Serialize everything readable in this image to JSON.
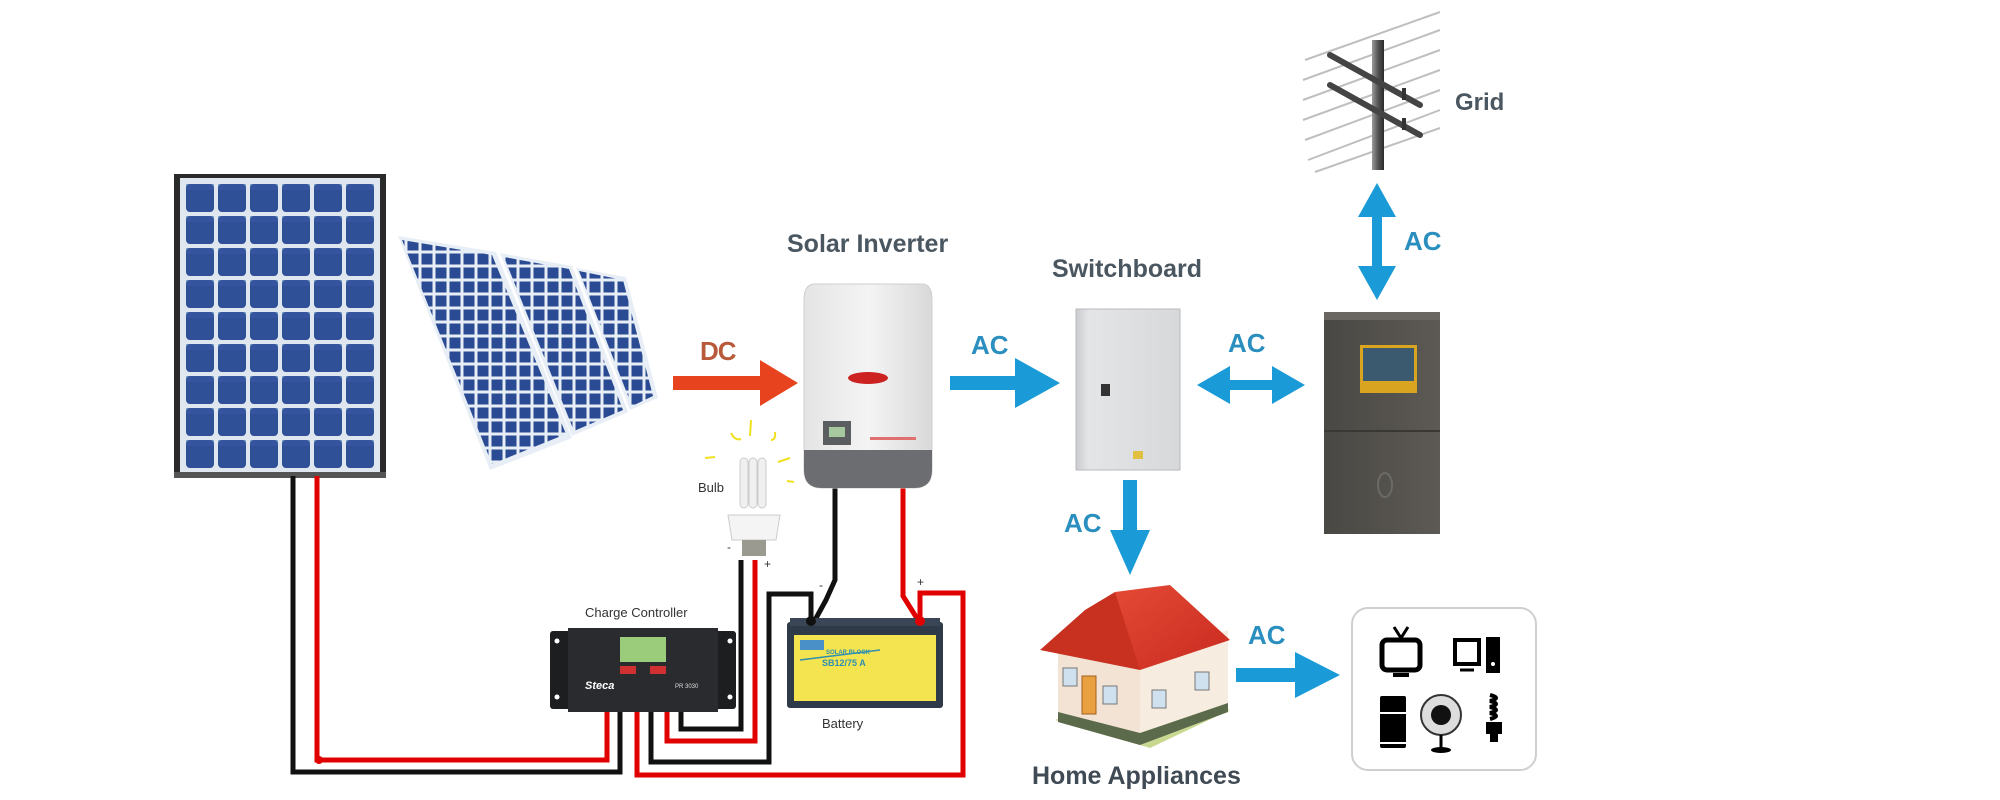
{
  "diagram": {
    "title": "Solar power system wiring overview",
    "components": {
      "solar_panel_single": {
        "label": ""
      },
      "solar_panel_array": {
        "label": ""
      },
      "solar_inverter": {
        "label": "Solar Inverter"
      },
      "switchboard": {
        "label": "Switchboard"
      },
      "grid": {
        "label": "Grid"
      },
      "meter": {
        "label": ""
      },
      "home": {
        "label": "Home Appliances"
      },
      "appliances": {
        "label": "",
        "items": [
          "tv",
          "computer",
          "fridge",
          "fan",
          "cfl-bulb"
        ]
      },
      "bulb": {
        "label": "Bulb",
        "minus": "-",
        "plus": "+"
      },
      "charge_controller": {
        "label": "Charge Controller",
        "brand": "Steca",
        "model": "PR 3030"
      },
      "battery": {
        "label": "Battery",
        "product_line": "SOLAR BLOCK",
        "model": "SB12/75 A",
        "minus": "-",
        "plus": "+"
      }
    },
    "flows": [
      {
        "from": "solar_panels",
        "to": "solar_inverter",
        "label": "DC",
        "direction": "one-way"
      },
      {
        "from": "solar_inverter",
        "to": "switchboard",
        "label": "AC",
        "direction": "one-way"
      },
      {
        "from": "switchboard",
        "to": "meter",
        "label": "AC",
        "direction": "two-way"
      },
      {
        "from": "meter",
        "to": "grid",
        "label": "AC",
        "direction": "two-way"
      },
      {
        "from": "switchboard",
        "to": "home",
        "label": "AC",
        "direction": "one-way"
      },
      {
        "from": "home",
        "to": "appliances",
        "label": "AC",
        "direction": "one-way"
      }
    ],
    "colors": {
      "dc_arrow": "#e8431f",
      "ac_arrow": "#1a9ad6",
      "ac_label": "#2a8fbf",
      "dc_label": "#b85a3a",
      "wire_positive": "#e00000",
      "wire_negative": "#111111",
      "panel_blue": "#2d4a8f",
      "roof_red": "#d93a2a",
      "text_dark": "#4a5660"
    }
  }
}
